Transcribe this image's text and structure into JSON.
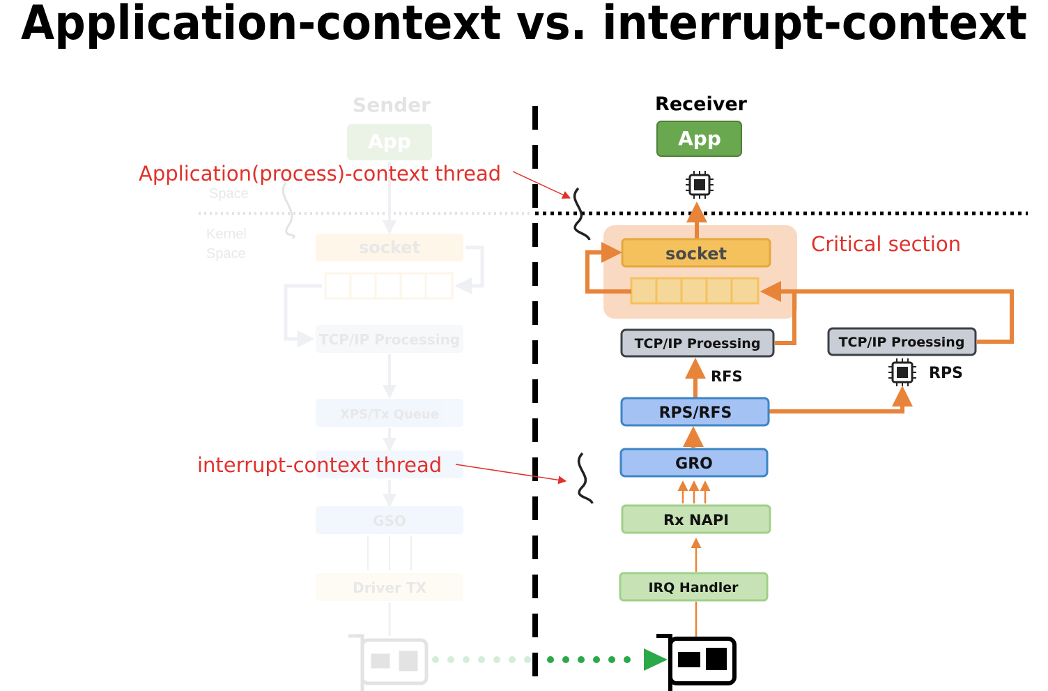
{
  "title": "Application-context vs. interrupt-context",
  "sender": {
    "header": "Sender",
    "app_label": "App",
    "user_space_label": "Space",
    "kernel_space_label_1": "Kernel",
    "kernel_space_label_2": "Space",
    "socket_label": "socket",
    "tcpip_label": "TCP/IP Processing",
    "xps_label": "XPS/Tx Queue",
    "gso_label": "GSO",
    "driver_label": "Driver TX"
  },
  "receiver": {
    "header": "Receiver",
    "app_label": "App",
    "socket_label": "socket",
    "tcpip_label": "TCP/IP Proessing",
    "tcpip_remote_label": "TCP/IP Proessing",
    "rps_rfs_label": "RPS/RFS",
    "gro_label": "GRO",
    "rx_napi_label": "Rx NAPI",
    "irq_label": "IRQ Handler",
    "rfs_tag": "RFS",
    "rps_tag": "RPS"
  },
  "annotations": {
    "app_thread": "Application(process)-context thread",
    "irq_thread": "interrupt-context thread",
    "critical_section": "Critical section"
  },
  "colors": {
    "orange": "#e8833a",
    "red": "#e0312b",
    "green_dots": "#2aa84a",
    "app_green": "#6aa84f",
    "socket_yellow": "#f5c15c",
    "blue_box": "#a4c2f4",
    "green_box": "#c7e3b5",
    "gray_box": "#c9cdd6"
  }
}
